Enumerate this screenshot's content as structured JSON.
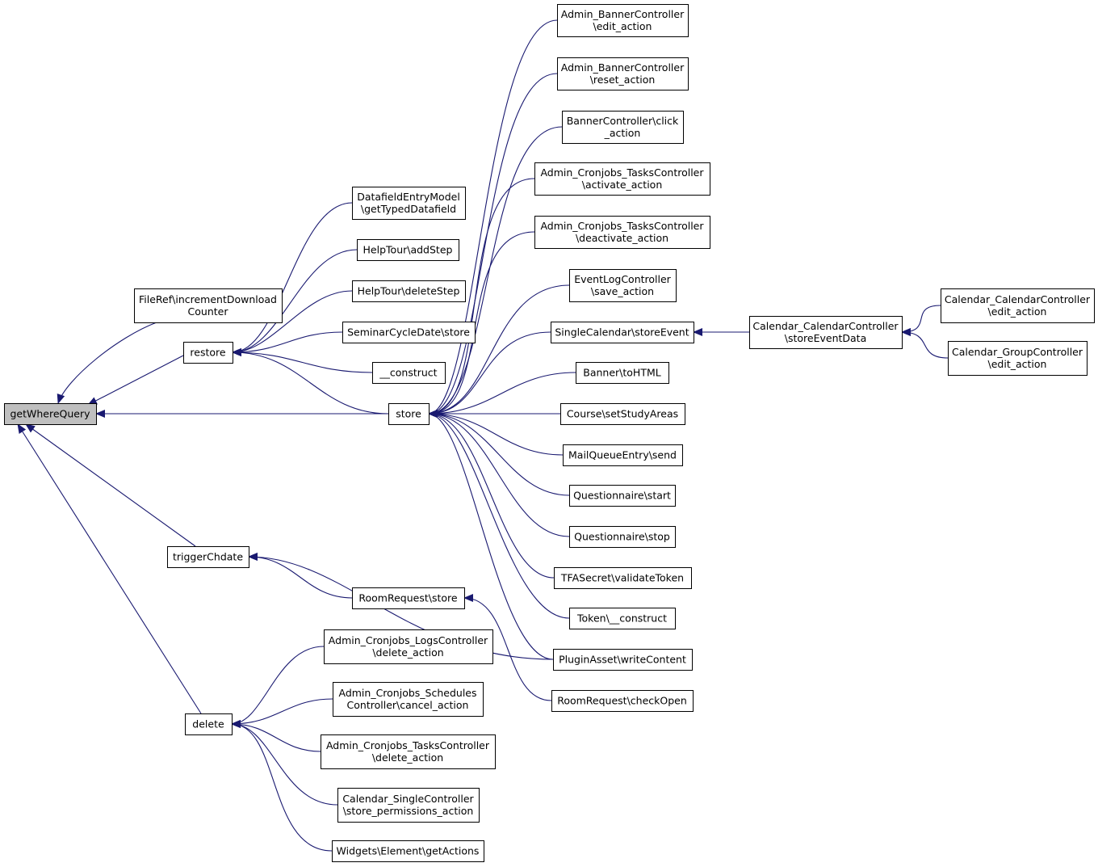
{
  "colors": {
    "edge": "#191970",
    "node_fill": "#ffffff",
    "node_border": "#000000",
    "root_fill": "#bfbfbf"
  },
  "nodes": [
    {
      "id": "getWhereQuery",
      "lines": [
        "getWhereQuery"
      ],
      "root": true
    },
    {
      "id": "FileRef_increment",
      "lines": [
        "FileRef\\incrementDownload",
        "Counter"
      ]
    },
    {
      "id": "restore",
      "lines": [
        "restore"
      ]
    },
    {
      "id": "triggerChdate",
      "lines": [
        "triggerChdate"
      ]
    },
    {
      "id": "delete",
      "lines": [
        "delete"
      ]
    },
    {
      "id": "DatafieldEntry",
      "lines": [
        "DatafieldEntryModel",
        "\\getTypedDatafield"
      ]
    },
    {
      "id": "HelpTour_add",
      "lines": [
        "HelpTour\\addStep"
      ]
    },
    {
      "id": "HelpTour_delete",
      "lines": [
        "HelpTour\\deleteStep"
      ]
    },
    {
      "id": "SeminarCycle",
      "lines": [
        "SeminarCycleDate\\store"
      ]
    },
    {
      "id": "construct",
      "lines": [
        "__construct"
      ]
    },
    {
      "id": "store",
      "lines": [
        "store"
      ]
    },
    {
      "id": "RoomRequest_store",
      "lines": [
        "RoomRequest\\store"
      ]
    },
    {
      "id": "Cron_Logs",
      "lines": [
        "Admin_Cronjobs_LogsController",
        "\\delete_action"
      ]
    },
    {
      "id": "Cron_Schedules",
      "lines": [
        "Admin_Cronjobs_Schedules",
        "Controller\\cancel_action"
      ]
    },
    {
      "id": "Cron_Tasks_delete",
      "lines": [
        "Admin_Cronjobs_TasksController",
        "\\delete_action"
      ]
    },
    {
      "id": "Cal_Single",
      "lines": [
        "Calendar_SingleController",
        "\\store_permissions_action"
      ]
    },
    {
      "id": "Widgets",
      "lines": [
        "Widgets\\Element\\getActions"
      ]
    },
    {
      "id": "Banner_edit",
      "lines": [
        "Admin_BannerController",
        "\\edit_action"
      ]
    },
    {
      "id": "Banner_reset",
      "lines": [
        "Admin_BannerController",
        "\\reset_action"
      ]
    },
    {
      "id": "Banner_click",
      "lines": [
        "BannerController\\click",
        "_action"
      ]
    },
    {
      "id": "Tasks_activate",
      "lines": [
        "Admin_Cronjobs_TasksController",
        "\\activate_action"
      ]
    },
    {
      "id": "Tasks_deactivate",
      "lines": [
        "Admin_Cronjobs_TasksController",
        "\\deactivate_action"
      ]
    },
    {
      "id": "EventLog",
      "lines": [
        "EventLogController",
        "\\save_action"
      ]
    },
    {
      "id": "SingleCal",
      "lines": [
        "SingleCalendar\\storeEvent"
      ]
    },
    {
      "id": "Banner_html",
      "lines": [
        "Banner\\toHTML"
      ]
    },
    {
      "id": "Course",
      "lines": [
        "Course\\setStudyAreas"
      ]
    },
    {
      "id": "MailQueue",
      "lines": [
        "MailQueueEntry\\send"
      ]
    },
    {
      "id": "Q_start",
      "lines": [
        "Questionnaire\\start"
      ]
    },
    {
      "id": "Q_stop",
      "lines": [
        "Questionnaire\\stop"
      ]
    },
    {
      "id": "TFASecret",
      "lines": [
        "TFASecret\\validateToken"
      ]
    },
    {
      "id": "Token",
      "lines": [
        "Token\\__construct"
      ]
    },
    {
      "id": "Plugin",
      "lines": [
        "PluginAsset\\writeContent"
      ]
    },
    {
      "id": "RoomCheck",
      "lines": [
        "RoomRequest\\checkOpen"
      ]
    },
    {
      "id": "CalCtl_store",
      "lines": [
        "Calendar_CalendarController",
        "\\storeEventData"
      ]
    },
    {
      "id": "CalCtl_edit",
      "lines": [
        "Calendar_CalendarController",
        "\\edit_action"
      ]
    },
    {
      "id": "GroupCtl_edit",
      "lines": [
        "Calendar_GroupController",
        "\\edit_action"
      ]
    }
  ],
  "edges": [
    [
      "getWhereQuery",
      "FileRef_increment"
    ],
    [
      "getWhereQuery",
      "restore"
    ],
    [
      "getWhereQuery",
      "store"
    ],
    [
      "getWhereQuery",
      "triggerChdate"
    ],
    [
      "getWhereQuery",
      "delete"
    ],
    [
      "restore",
      "DatafieldEntry"
    ],
    [
      "restore",
      "HelpTour_add"
    ],
    [
      "restore",
      "HelpTour_delete"
    ],
    [
      "restore",
      "SeminarCycle"
    ],
    [
      "restore",
      "construct"
    ],
    [
      "restore",
      "store"
    ],
    [
      "store",
      "Banner_edit"
    ],
    [
      "store",
      "Banner_reset"
    ],
    [
      "store",
      "Banner_click"
    ],
    [
      "store",
      "Tasks_activate"
    ],
    [
      "store",
      "Tasks_deactivate"
    ],
    [
      "store",
      "EventLog"
    ],
    [
      "store",
      "SingleCal"
    ],
    [
      "store",
      "Banner_html"
    ],
    [
      "store",
      "Course"
    ],
    [
      "store",
      "MailQueue"
    ],
    [
      "store",
      "Q_start"
    ],
    [
      "store",
      "Q_stop"
    ],
    [
      "store",
      "TFASecret"
    ],
    [
      "store",
      "Token"
    ],
    [
      "store",
      "Plugin"
    ],
    [
      "triggerChdate",
      "Plugin"
    ],
    [
      "triggerChdate",
      "RoomRequest_store"
    ],
    [
      "RoomRequest_store",
      "RoomCheck"
    ],
    [
      "delete",
      "Cron_Logs"
    ],
    [
      "delete",
      "Cron_Schedules"
    ],
    [
      "delete",
      "Cron_Tasks_delete"
    ],
    [
      "delete",
      "Cal_Single"
    ],
    [
      "delete",
      "Widgets"
    ],
    [
      "SingleCal",
      "CalCtl_store"
    ],
    [
      "CalCtl_store",
      "CalCtl_edit"
    ],
    [
      "CalCtl_store",
      "GroupCtl_edit"
    ]
  ]
}
